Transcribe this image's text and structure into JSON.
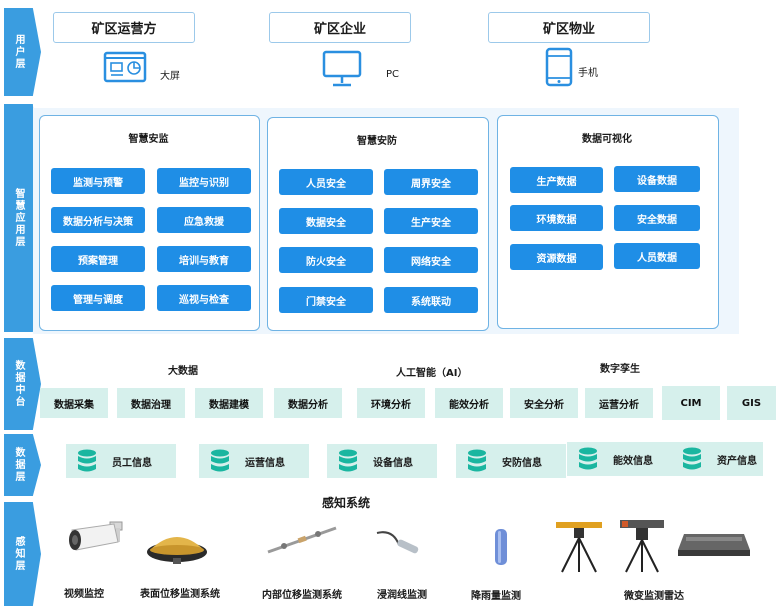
{
  "layers": {
    "user": "用户层",
    "app": "智慧应用层",
    "middle": "数据中台",
    "data": "数据层",
    "sense": "感知层"
  },
  "user_layer": {
    "boxes": [
      "矿区运营方",
      "矿区企业",
      "矿区物业"
    ],
    "devices": [
      "大屏",
      "PC",
      "手机"
    ]
  },
  "app_layer": {
    "panels": [
      {
        "title": "智慧安监",
        "items": [
          "监测与预警",
          "监控与识别",
          "数据分析与决策",
          "应急救援",
          "预案管理",
          "培训与教育",
          "管理与调度",
          "巡视与检查"
        ]
      },
      {
        "title": "智慧安防",
        "items": [
          "人员安全",
          "周界安全",
          "数据安全",
          "生产安全",
          "防火安全",
          "网络安全",
          "门禁安全",
          "系统联动"
        ]
      },
      {
        "title": "数据可视化",
        "items": [
          "生产数据",
          "设备数据",
          "环境数据",
          "安全数据",
          "资源数据",
          "人员数据"
        ]
      }
    ]
  },
  "middle_layer": {
    "groups": [
      "大数据",
      "人工智能（AI）",
      "数字孪生"
    ],
    "tags": [
      "数据采集",
      "数据治理",
      "数据建模",
      "数据分析",
      "环境分析",
      "能效分析",
      "安全分析",
      "运营分析",
      "CIM",
      "GIS"
    ]
  },
  "data_layer": {
    "items": [
      "员工信息",
      "运营信息",
      "设备信息",
      "安防信息",
      "能效信息",
      "资产信息"
    ]
  },
  "sense_layer": {
    "title": "感知系统",
    "labels": [
      "视频监控",
      "表面位移监测系统",
      "内部位移监测系统",
      "浸润线监测",
      "降雨量监测",
      "微变监测雷达"
    ]
  },
  "colors": {
    "arrow": "#3a9de0",
    "chip": "#1f8ee6",
    "tag_bg": "#d6f0ec",
    "db_icon": "#1ab6a0"
  }
}
